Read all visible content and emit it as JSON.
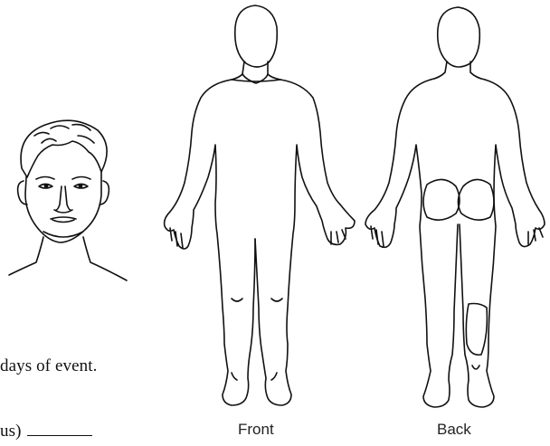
{
  "document": {
    "instruction_fragment": "days of event.",
    "field_fragment": "us)",
    "figures": {
      "front_label": "Front",
      "back_label": "Back"
    }
  },
  "colors": {
    "ink": "#111111",
    "paper": "#ffffff"
  },
  "icons": [
    "face-diagram-icon",
    "body-front-diagram-icon",
    "body-back-diagram-icon"
  ]
}
